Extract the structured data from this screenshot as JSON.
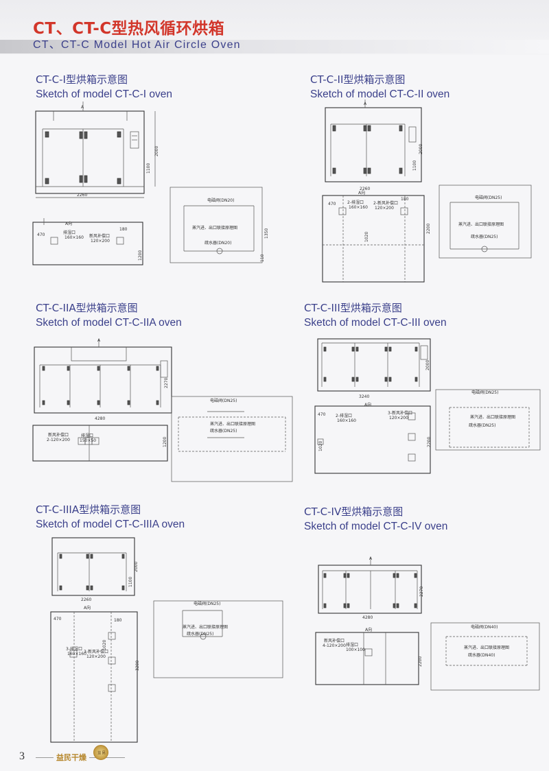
{
  "header": {
    "title_cn": "CT、CT-C型热风循环烘箱",
    "title_en": "CT、CT-C Model Hot Air Circle Oven"
  },
  "sections": [
    {
      "id": "cti",
      "title_cn": "CT-C-I型烘箱示意图",
      "title_en": "Sketch of model CT-C-I oven"
    },
    {
      "id": "ctii",
      "title_cn": "CT-C-II型烘箱示意图",
      "title_en": "Sketch of model CT-C-II oven"
    },
    {
      "id": "ctiia",
      "title_cn": "CT-C-IIA型烘箱示意图",
      "title_en": "Sketch of model CT-C-IIA oven"
    },
    {
      "id": "ctiii",
      "title_cn": "CT-C-III型烘箱示意图",
      "title_en": "Sketch of model CT-C-III oven"
    },
    {
      "id": "ctiiia",
      "title_cn": "CT-C-IIIA型烘箱示意图",
      "title_en": "Sketch of model CT-C-IIIA oven"
    },
    {
      "id": "ctiv",
      "title_cn": "CT-C-IV型烘箱示意图",
      "title_en": "Sketch of model CT-C-IV oven"
    }
  ],
  "labels": {
    "view_a": "A",
    "view_a_dir": "A向",
    "exhaust": "排湿口",
    "exhaust2": "2-排湿口",
    "exhaust3": "3-排湿口",
    "fresh_air": "新风补偿口",
    "fresh_air2": "2-新风补偿口",
    "fresh_air3": "3-新风补偿口",
    "size_160": "160×160",
    "size_120": "120×200",
    "size_2_120": "2-120×200",
    "size_4_120": "4-120×200",
    "size_150": "150×50",
    "size_100": "100×100",
    "solenoid_dn20": "电磁阀(DN20)",
    "solenoid_dn25": "电磁阀(DN25)",
    "solenoid_dn40": "电磁阀(DN40)",
    "steam_note": "蒸汽进、出口联接原理图",
    "trap_dn20": "疏水器(DN20)",
    "trap_dn25": "疏水器(DN25)",
    "trap_dn40": "疏水器(DN40)"
  },
  "dims": {
    "d2260": "2260",
    "d2000": "2000",
    "d1100": "1100",
    "d1200": "1200",
    "d470": "470",
    "d180": "180",
    "d1350": "1350",
    "d110": "110",
    "d2200": "2200",
    "d1020": "1020",
    "d4280": "4280",
    "d2270": "2270",
    "d3240": "3240",
    "d3200": "3200"
  },
  "footer": {
    "page_number": "3",
    "brand": "益民干燥",
    "logo_text": "益 民"
  }
}
